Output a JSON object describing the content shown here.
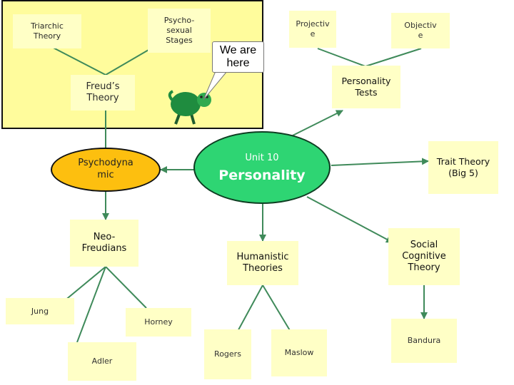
{
  "center": {
    "unit": "Unit 10",
    "title": "Personality"
  },
  "callout": {
    "text": "We are\nhere"
  },
  "turtle_icon": "turtle-mascot",
  "colors": {
    "highlight_bg": "#fffc9c",
    "note_bg": "#ffffc6",
    "center_fill": "#2ed573",
    "psychodynamic_fill": "#fdbf0f",
    "line": "#3f8a5a",
    "turtle": "#1f8c3f"
  },
  "nodes": {
    "triarchic": "Triarchic\nTheory",
    "psychosexual": "Psycho-\nsexual\nStages",
    "projective": "Projectiv\ne",
    "objective": "Objectiv\ne",
    "freud": "Freud’s\nTheory",
    "personality_tests": "Personality\nTests",
    "psychodynamic": "Psychodyna\nmic",
    "trait": "Trait Theory\n(Big 5)",
    "neo_freudians": "Neo-\nFreudians",
    "humanistic": "Humanistic\nTheories",
    "social_cognitive": "Social\nCognitive\nTheory",
    "jung": "Jung",
    "horney": "Horney",
    "adler": "Adler",
    "rogers": "Rogers",
    "maslow": "Maslow",
    "bandura": "Bandura"
  }
}
